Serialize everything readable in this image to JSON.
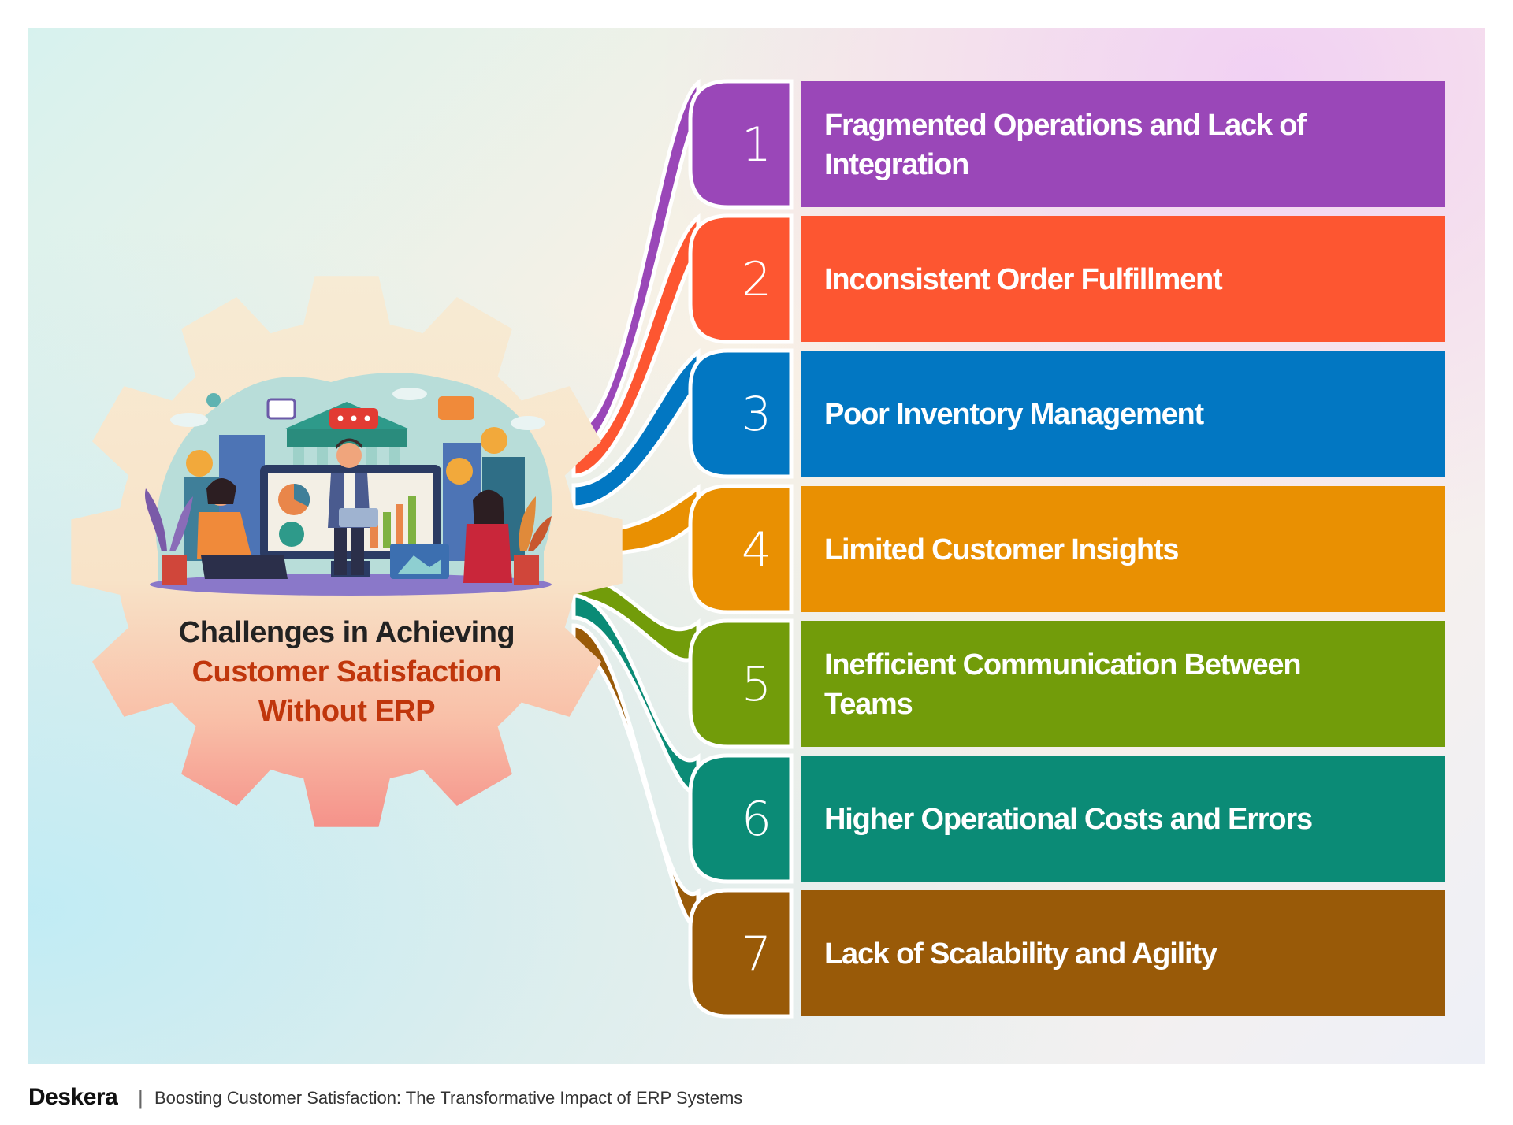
{
  "title": {
    "line1": "Challenges in Achieving",
    "line2": "Customer Satisfaction",
    "line3": "Without ERP"
  },
  "colors": {
    "title_dark": "#222222",
    "title_accent": "#c0360c",
    "gear": "#f6e7cd",
    "gear_bottom": "#f59a8e"
  },
  "items": [
    {
      "number": "1",
      "lines": [
        "Fragmented Operations and Lack of",
        "Integration"
      ],
      "color": "#9a47b8"
    },
    {
      "number": "2",
      "lines": [
        "Inconsistent Order Fulfillment"
      ],
      "color": "#fd5631"
    },
    {
      "number": "3",
      "lines": [
        "Poor Inventory Management"
      ],
      "color": "#0277c2"
    },
    {
      "number": "4",
      "lines": [
        "Limited Customer Insights"
      ],
      "color": "#e99002"
    },
    {
      "number": "5",
      "lines": [
        "Inefficient Communication Between",
        "Teams"
      ],
      "color": "#729c0a"
    },
    {
      "number": "6",
      "lines": [
        "Higher Operational Costs and Errors"
      ],
      "color": "#0b8b76"
    },
    {
      "number": "7",
      "lines": [
        "Lack of Scalability and Agility"
      ],
      "color": "#995a08"
    }
  ],
  "footer": {
    "brand": "Deskera",
    "separator": "|",
    "subtitle": "Boosting Customer Satisfaction: The Transformative Impact of ERP Systems"
  }
}
